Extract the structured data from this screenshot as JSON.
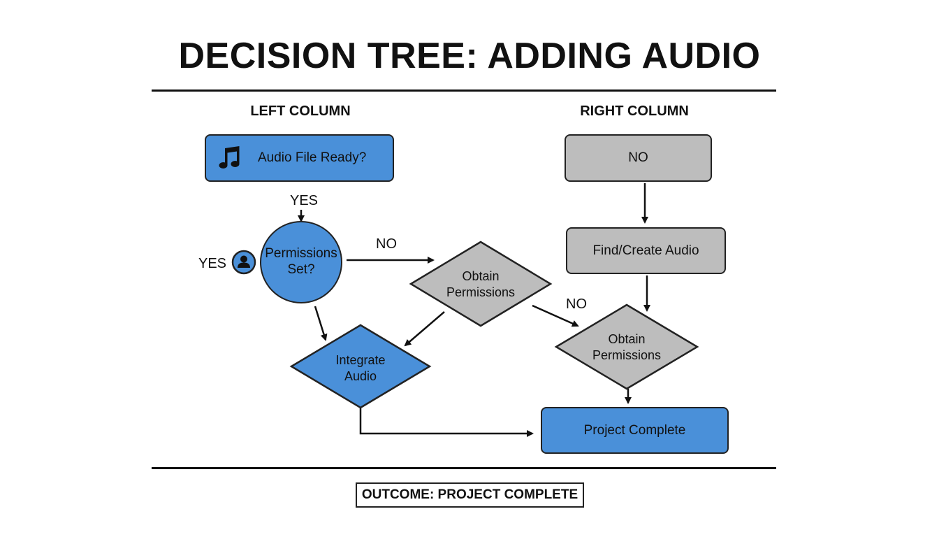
{
  "title": "DECISION TREE: ADDING AUDIO",
  "columns": {
    "left": "LEFT COLUMN",
    "right": "RIGHT COLUMN"
  },
  "nodes": {
    "audio_ready": "Audio File Ready?",
    "permissions_set_line1": "Permissions",
    "permissions_set_line2": "Set?",
    "obtain_permissions_left_line1": "Obtain",
    "obtain_permissions_left_line2": "Permissions",
    "integrate_line1": "Integrate",
    "integrate_line2": "Audio",
    "no_box": "NO",
    "find_create": "Find/Create Audio",
    "obtain_permissions_right_line1": "Obtain",
    "obtain_permissions_right_line2": "Permissions",
    "project_complete": "Project Complete"
  },
  "edge_labels": {
    "yes_top": "YES",
    "yes_left": "YES",
    "no_middle": "NO",
    "no_right": "NO"
  },
  "outcome": "OUTCOME: PROJECT COMPLETE",
  "icons": {
    "audio": "music-note-icon",
    "person": "person-icon"
  },
  "colors": {
    "blue": "#4a90d9",
    "gray": "#bdbdbd"
  }
}
